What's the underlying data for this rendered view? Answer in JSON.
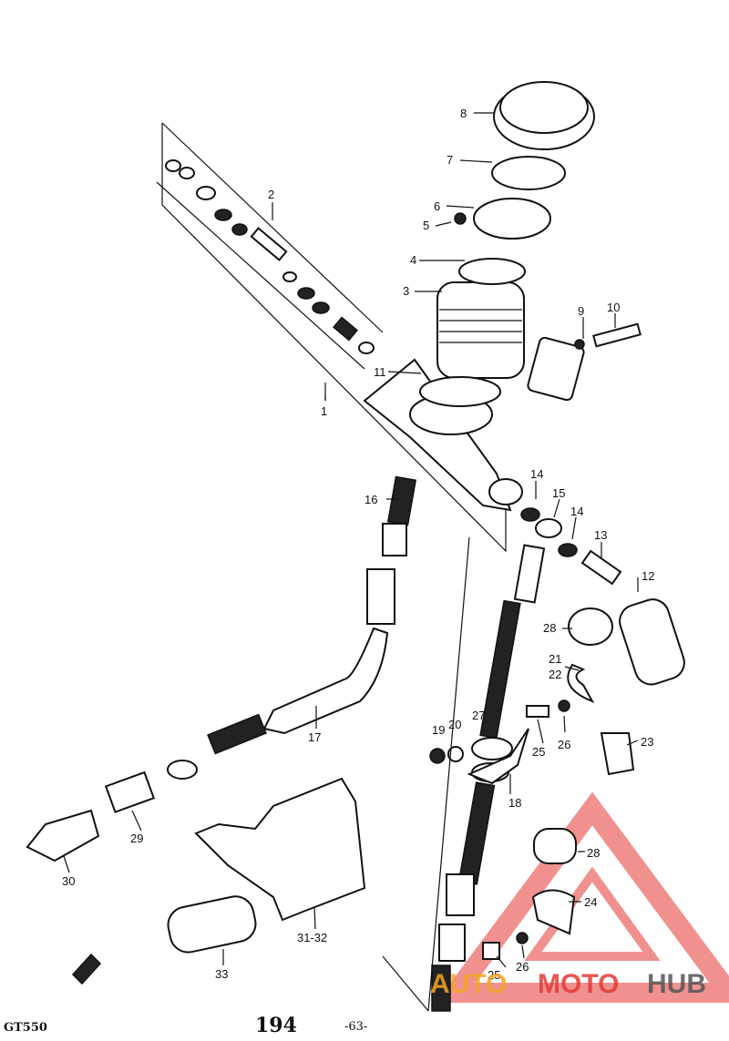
{
  "diagram": {
    "callouts": [
      {
        "id": "c1",
        "text": "1"
      },
      {
        "id": "c2",
        "text": "2"
      },
      {
        "id": "c3",
        "text": "3"
      },
      {
        "id": "c4",
        "text": "4"
      },
      {
        "id": "c5",
        "text": "5"
      },
      {
        "id": "c6",
        "text": "6"
      },
      {
        "id": "c7",
        "text": "7"
      },
      {
        "id": "c8",
        "text": "8"
      },
      {
        "id": "c9",
        "text": "9"
      },
      {
        "id": "c10",
        "text": "10"
      },
      {
        "id": "c11",
        "text": "11"
      },
      {
        "id": "c12",
        "text": "12"
      },
      {
        "id": "c13",
        "text": "13"
      },
      {
        "id": "c14a",
        "text": "14"
      },
      {
        "id": "c14b",
        "text": "14"
      },
      {
        "id": "c15",
        "text": "15"
      },
      {
        "id": "c16",
        "text": "16"
      },
      {
        "id": "c17",
        "text": "17"
      },
      {
        "id": "c18",
        "text": "18"
      },
      {
        "id": "c19",
        "text": "19"
      },
      {
        "id": "c20",
        "text": "20"
      },
      {
        "id": "c21",
        "text": "21"
      },
      {
        "id": "c22",
        "text": "22"
      },
      {
        "id": "c23",
        "text": "23"
      },
      {
        "id": "c24",
        "text": "24"
      },
      {
        "id": "c25a",
        "text": "25"
      },
      {
        "id": "c25b",
        "text": "25"
      },
      {
        "id": "c26a",
        "text": "26"
      },
      {
        "id": "c26b",
        "text": "26"
      },
      {
        "id": "c27",
        "text": "27"
      },
      {
        "id": "c28a",
        "text": "28"
      },
      {
        "id": "c28b",
        "text": "28"
      },
      {
        "id": "c29",
        "text": "29"
      },
      {
        "id": "c30",
        "text": "30"
      },
      {
        "id": "c31",
        "text": "31-32"
      },
      {
        "id": "c33",
        "text": "33"
      }
    ]
  },
  "footer": {
    "model": "GT550",
    "page_number": "194",
    "sub_page": "-63-"
  },
  "watermark": {
    "part1": "AUTO",
    "part2": "MOTO",
    "part3": "HUB",
    "colors": {
      "red": "#e53935",
      "orange": "#f5a623",
      "gray": "#555555"
    }
  }
}
